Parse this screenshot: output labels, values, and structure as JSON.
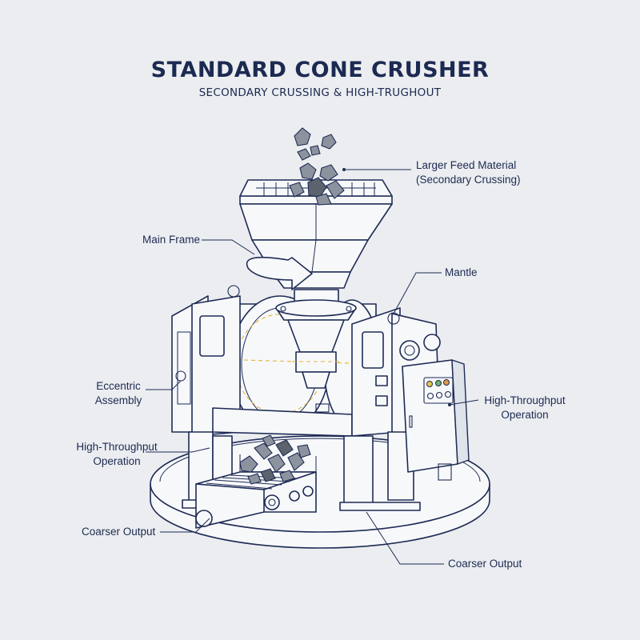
{
  "header": {
    "title": "STANDARD CONE CRUSHER",
    "subtitle": "SECONDARY CRUSSING & HIGH-TRUGHOUT"
  },
  "labels": {
    "feed": [
      "Larger Feed Material",
      "(Secondary Crussing)"
    ],
    "main_frame": "Main Frame",
    "mantle": "Mantle",
    "eccentric": [
      "Eccentric",
      "Assembly"
    ],
    "throughput_right": [
      "High-Throughput",
      "Operation"
    ],
    "throughput_left": [
      "High-Throughput",
      "Operation"
    ],
    "output_left": "Coarser Output",
    "output_bottom": "Coarser Output"
  },
  "colors": {
    "ink": "#1e2b55",
    "background": "#ebedf0",
    "accent_dashed": "#e0b533",
    "rock": "#8d939e",
    "panel_led_yellow": "#e6c64a",
    "panel_led_green": "#6fb36a",
    "panel_led_orange": "#e29a44"
  }
}
